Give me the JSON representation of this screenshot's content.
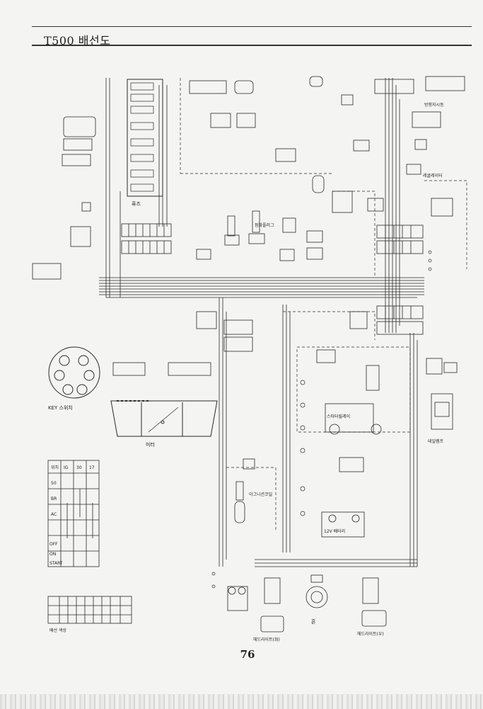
{
  "header": {
    "title": "T500 배선도"
  },
  "footer": {
    "page_number": "76"
  },
  "labels": {
    "meter": "미터",
    "key_switch": "KEY 스위치",
    "ignition_coil": "이그니션코일",
    "spark_plug": "점화플러그",
    "horn": "혼",
    "battery": "12V 배터리",
    "starter_relay": "스타터릴레이",
    "fuse": "퓨즈",
    "headlight_left": "헤드라이트(좌)",
    "headlight_right": "헤드라이트(우)",
    "rear_lamp": "테일램프",
    "turn_signal": "방향지시등",
    "regulator": "레귤레이터",
    "wire_colors_note": "배선 색상"
  },
  "key_table": {
    "headers": [
      "위치",
      "IG",
      "30",
      "17",
      "50",
      "BR",
      "AC"
    ],
    "rows": [
      "OFF",
      "ON",
      "START"
    ]
  },
  "colors": {
    "ink": "#2a2a2a",
    "paper": "#f4f4f2"
  }
}
